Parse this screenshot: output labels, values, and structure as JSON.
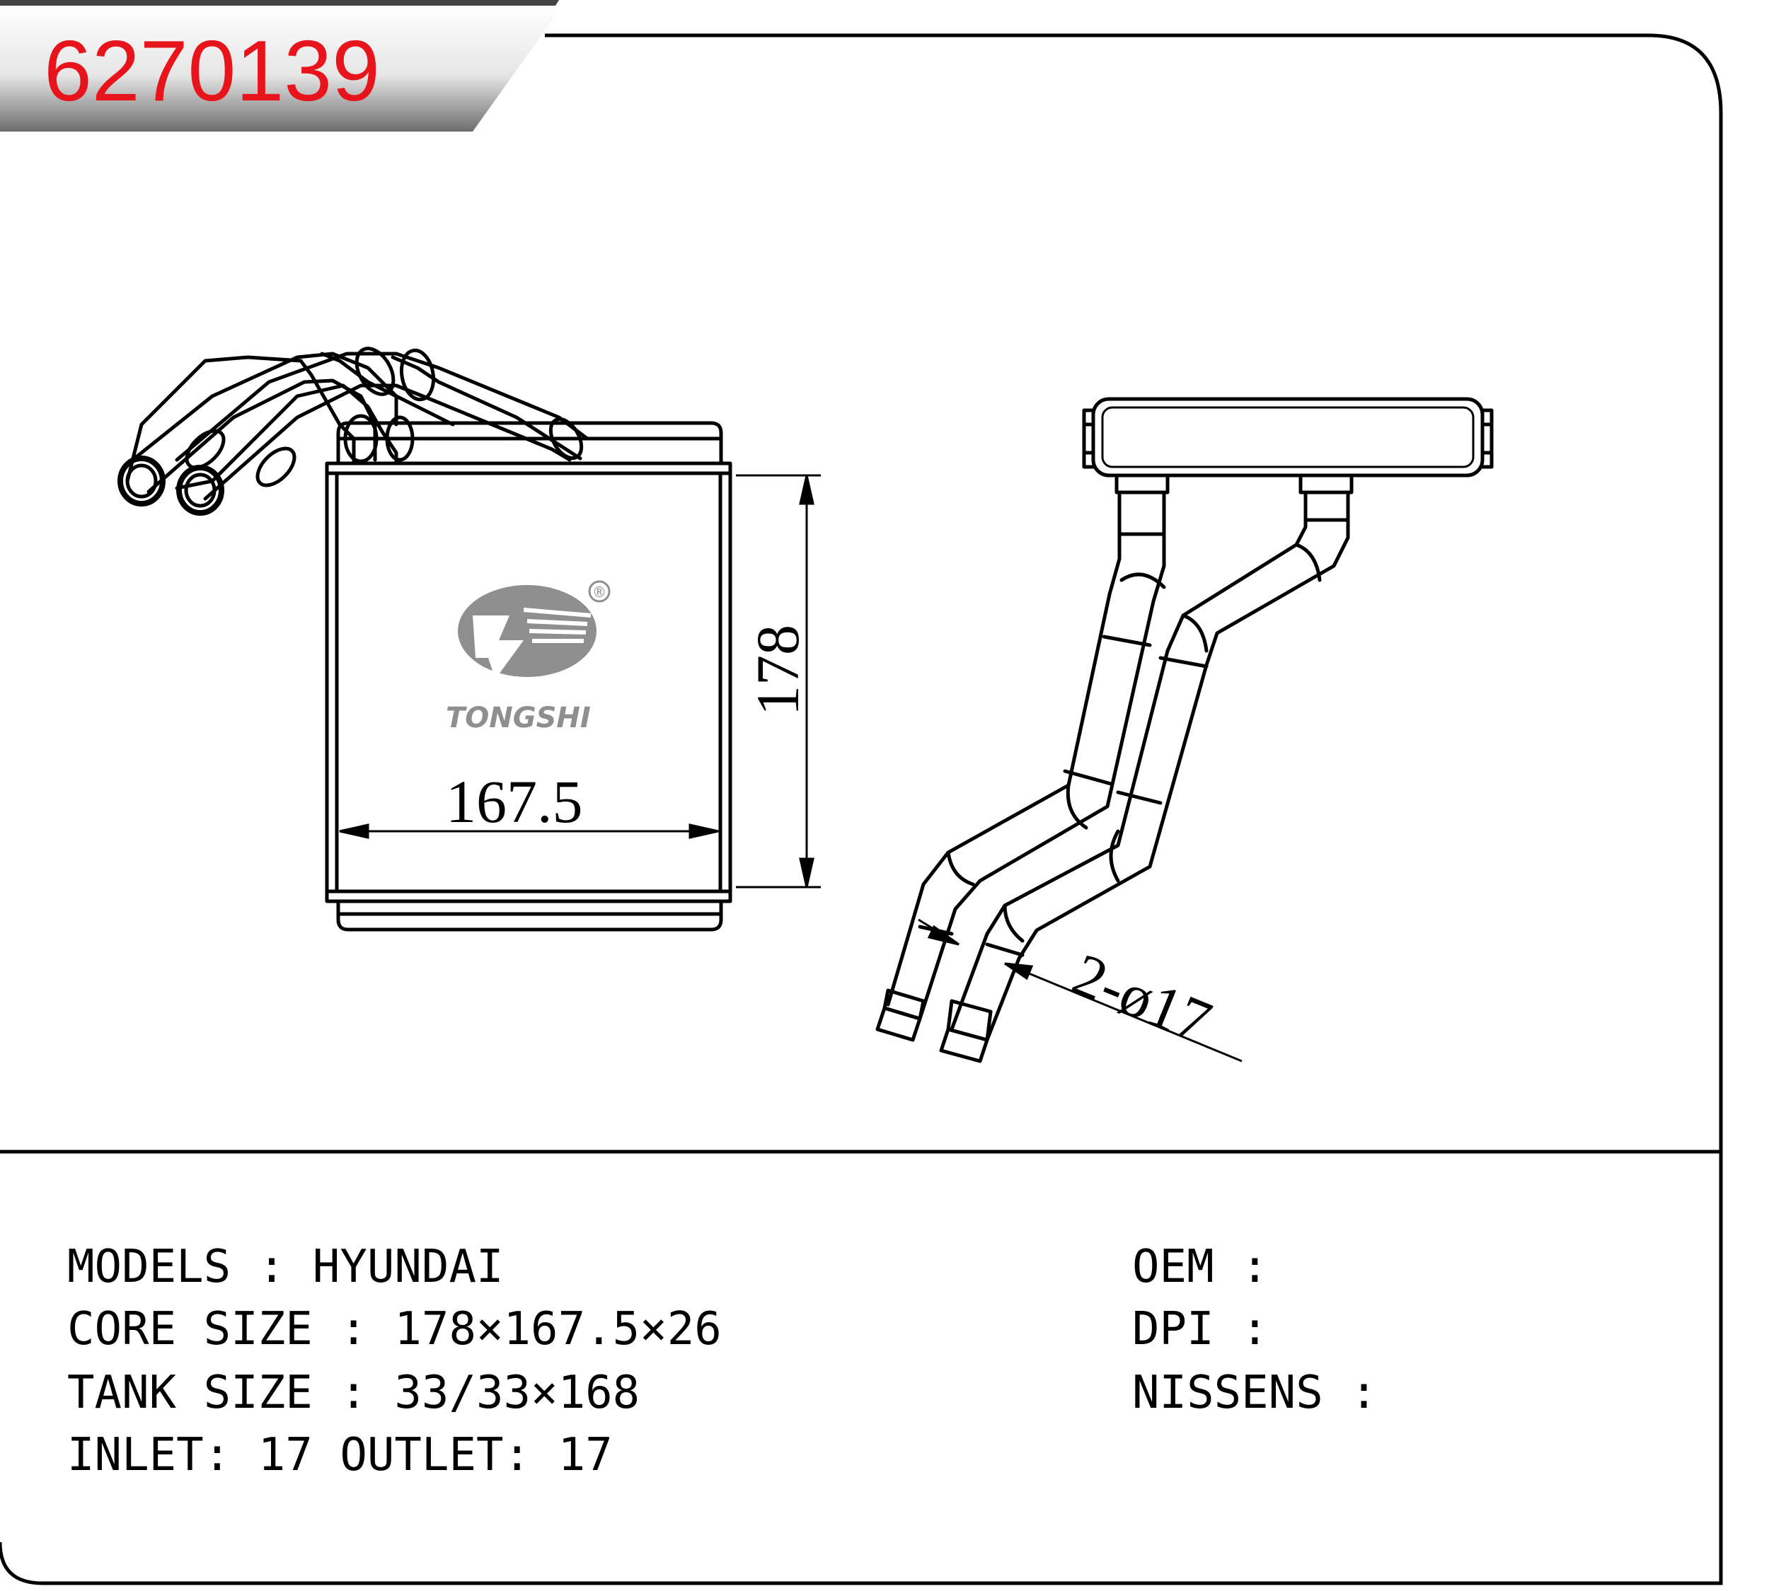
{
  "part_number": "6270139",
  "brand": {
    "name": "TONGSHI",
    "registered_mark": "®"
  },
  "dimensions": {
    "core_width": "167.5",
    "core_height": "178",
    "pipes": "2-ø17"
  },
  "specs_left": [
    {
      "label": "MODELS",
      "sep": " : ",
      "value": "HYUNDAI"
    },
    {
      "label": "CORE SIZE",
      "sep": " : ",
      "value": "178×167.5×26"
    },
    {
      "label": "TANK SIZE",
      "sep": " : ",
      "value": "33/33×168"
    },
    {
      "label": "INLET",
      "sep": ": ",
      "value": "17 OUTLET: 17"
    }
  ],
  "specs_right": [
    {
      "label": "OEM",
      "sep": " :",
      "value": ""
    },
    {
      "label": "DPI",
      "sep": " :",
      "value": ""
    },
    {
      "label": "NISSENS",
      "sep": " :",
      "value": ""
    }
  ],
  "colors": {
    "part_number": "#e8141b",
    "line": "#000000",
    "logo": "#8f8f8f"
  }
}
